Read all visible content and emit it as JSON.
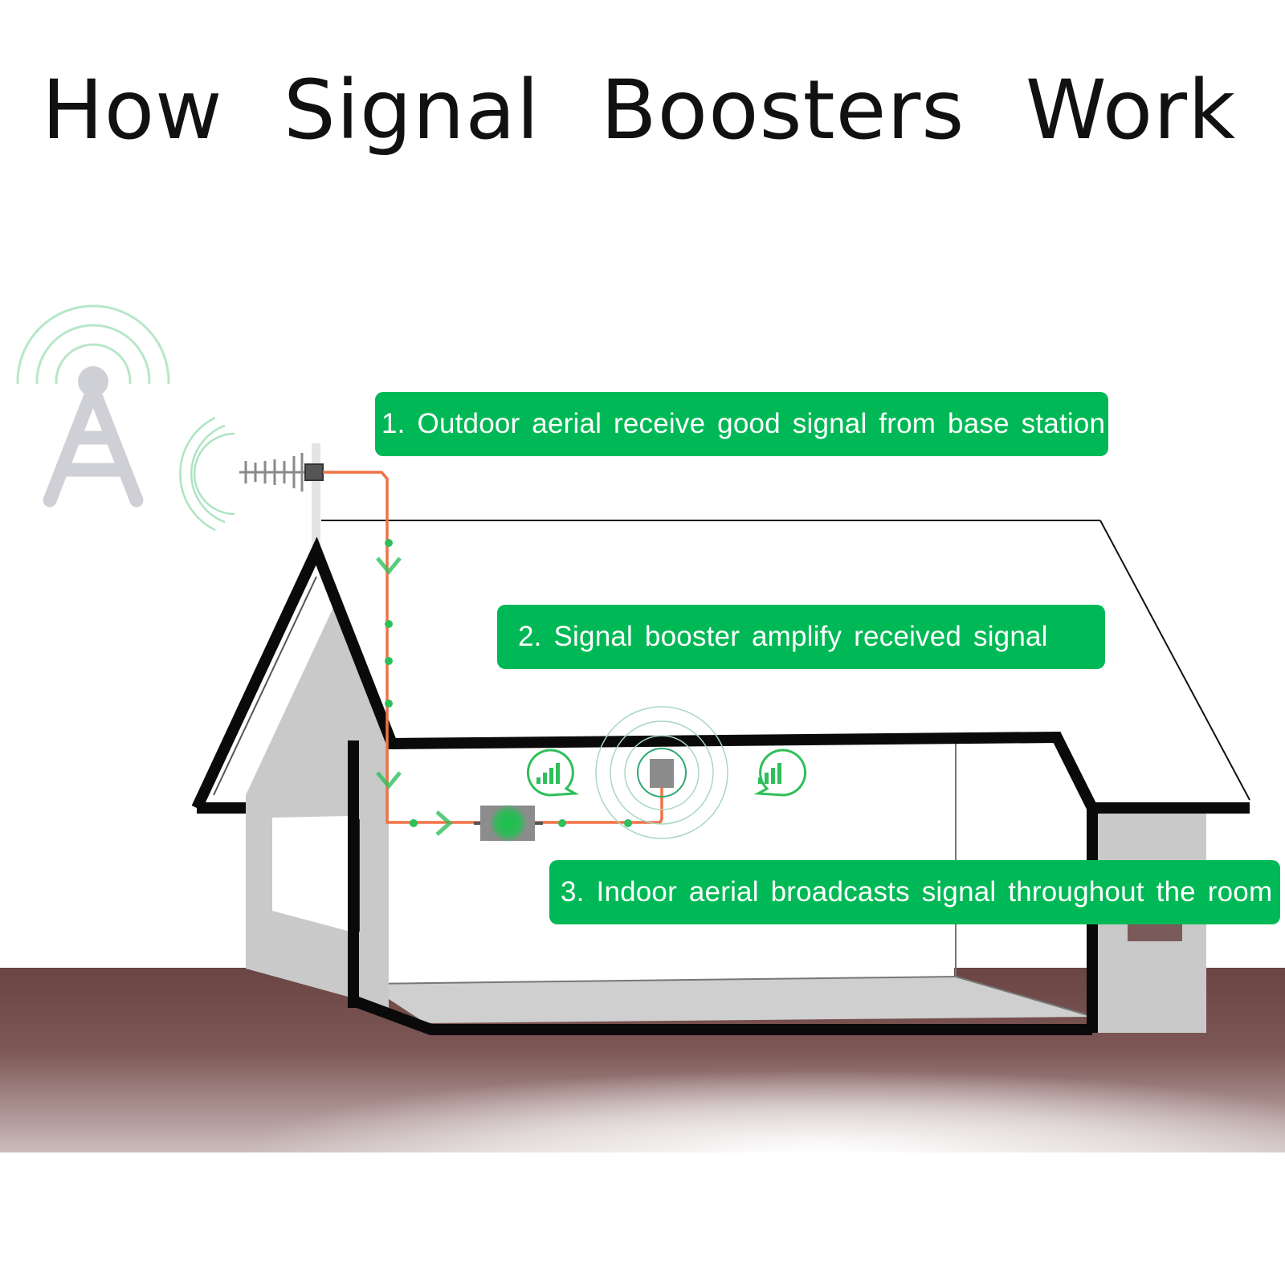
{
  "diagram": {
    "title": "How Signal Boosters Work",
    "steps": [
      {
        "label": "1. Outdoor aerial receive good signal from base station"
      },
      {
        "label": "2. Signal booster amplify received signal"
      },
      {
        "label": "3. Indoor aerial broadcasts signal throughout the room"
      }
    ],
    "icons": {
      "tower": "cell-tower-icon",
      "outdoor": "yagi-antenna-icon",
      "booster": "signal-booster-icon",
      "indoor": "indoor-antenna-icon",
      "bubble": "signal-bars-bubble-icon"
    },
    "colors": {
      "callout": "#00b956",
      "cable": "#f07246",
      "signal": "#2fbf5a",
      "ground": "#6b4745",
      "wall": "#0a0a0a",
      "house_gray": "#c9c9c9"
    }
  }
}
